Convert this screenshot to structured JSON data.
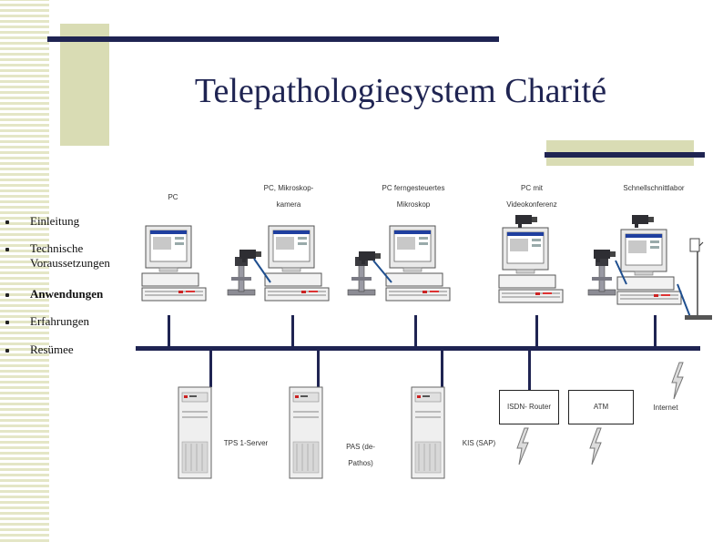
{
  "title": "Telepathologiesystem Charité",
  "menu": [
    {
      "label": "Einleitung",
      "bold": false
    },
    {
      "label": "Technische Voraussetzungen",
      "bold": false
    },
    {
      "label": "Anwendungen",
      "bold": true
    },
    {
      "label": "Erfahrungen",
      "bold": false
    },
    {
      "label": "Resümee",
      "bold": false
    }
  ],
  "workstations": {
    "pc": "PC",
    "pc_camera": "PC, Mikroskop- kamera",
    "pc_remote": "PC ferngesteuertes Mikroskop",
    "pc_video": "PC mit Videokonferenz",
    "rapid_lab": "Schnellschnittlabor"
  },
  "servers": {
    "tps": "TPS 1-Server",
    "pas": "PAS (de-Pathos)",
    "kis": "KIS (SAP)"
  },
  "network": {
    "isdn_router": "ISDN- Router",
    "atm": "ATM",
    "internet": "Internet"
  },
  "colors": {
    "navy": "#1f2452",
    "olive": "#d9dcb4",
    "cable": "#1f4f8f"
  }
}
